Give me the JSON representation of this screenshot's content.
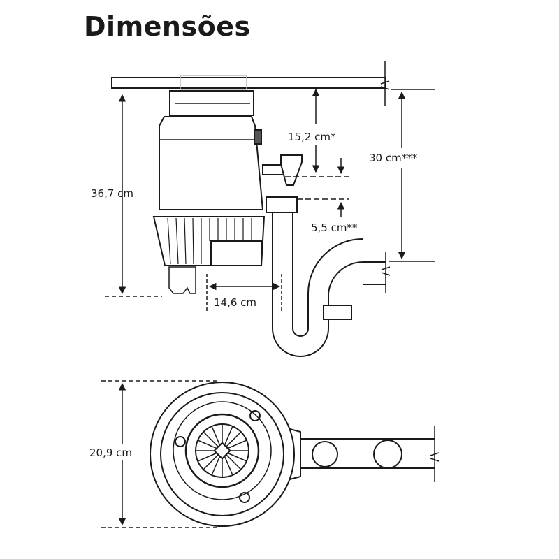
{
  "title": "Dimensões",
  "side_view": {
    "dim_height": "36,7 cm",
    "dim_inlet": "15,2 cm*",
    "dim_outlet": "5,5 cm**",
    "dim_trap": "30 cm***",
    "dim_offset": "14,6 cm"
  },
  "top_view": {
    "dim_diameter": "20,9 cm"
  },
  "colors": {
    "ink": "#1a1a1a",
    "fill": "#ffffff"
  }
}
